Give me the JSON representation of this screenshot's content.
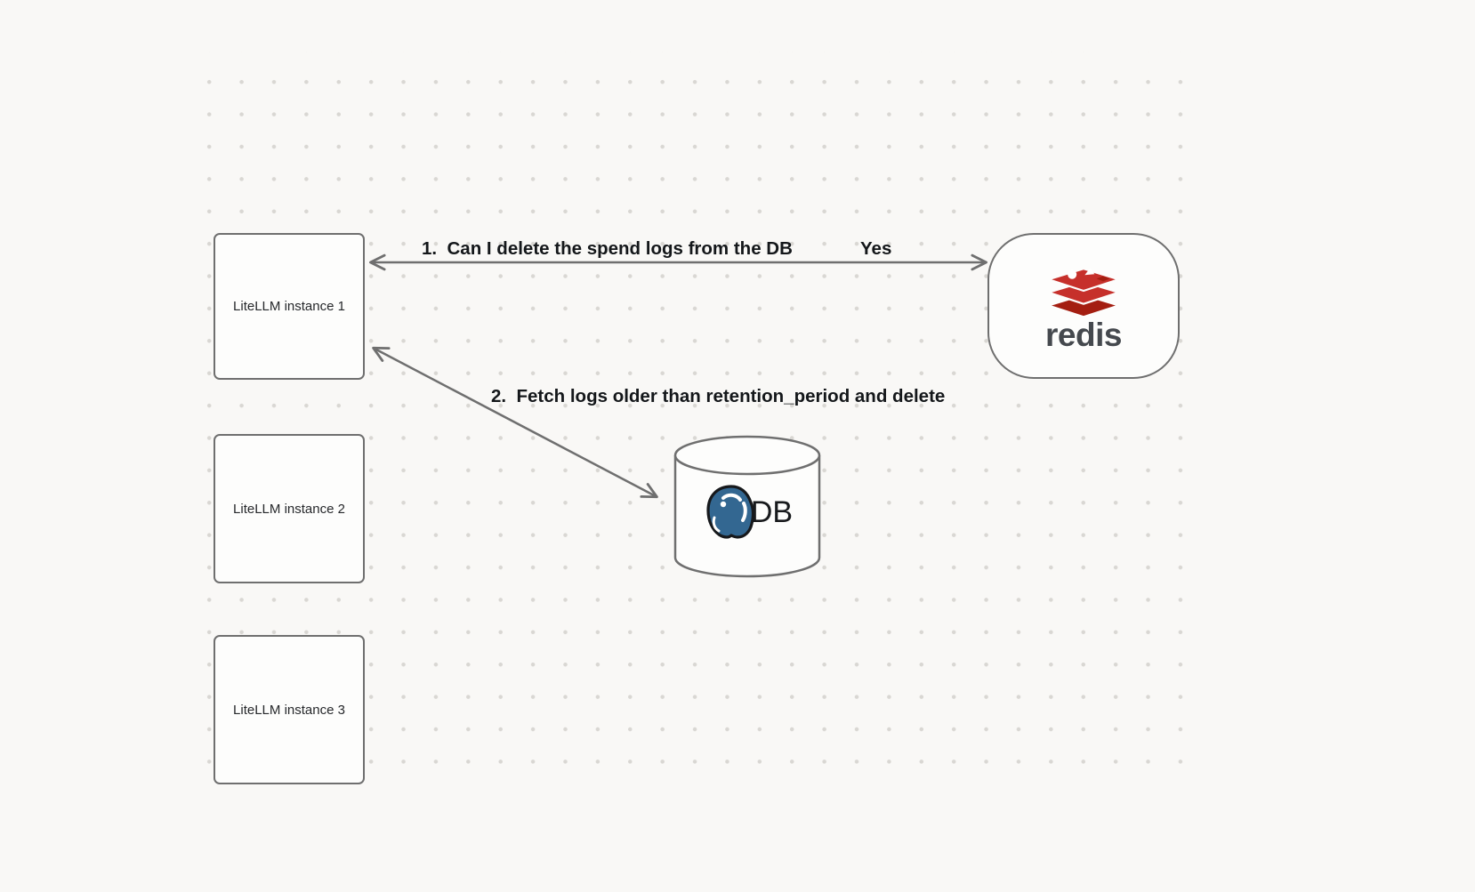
{
  "canvas": {
    "background": "#f9f8f6",
    "dot_color": "#d9d7d3",
    "stroke_color": "#6f6f6f",
    "text_color": "#17191c"
  },
  "nodes": {
    "instance1": {
      "label": "LiteLLM instance 1"
    },
    "instance2": {
      "label": "LiteLLM instance 2"
    },
    "instance3": {
      "label": "LiteLLM instance 3"
    },
    "redis": {
      "label": "redis",
      "brand_color": "#c6302b",
      "brand_color_dark": "#a41e11"
    },
    "db": {
      "label": "DB",
      "postgres_blue": "#336791"
    }
  },
  "arrows": {
    "step1": {
      "label": "1.  Can I delete the spend logs from the DB",
      "response": "Yes"
    },
    "step2": {
      "label": "2.  Fetch logs older than retention_period and delete"
    }
  },
  "icons": {
    "redis_logo": "redis-stack-icon",
    "postgres_logo": "postgres-elephant-icon",
    "db_cylinder": "database-cylinder-icon"
  }
}
